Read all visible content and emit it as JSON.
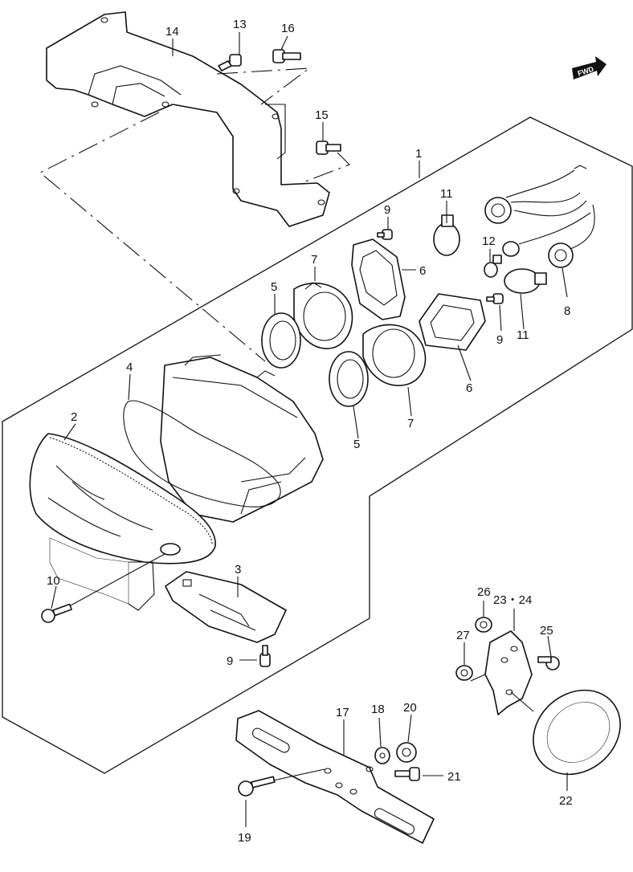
{
  "badge": {
    "fwd": "FWD"
  },
  "callouts": {
    "c1": "1",
    "c2": "2",
    "c3": "3",
    "c4": "4",
    "c5a": "5",
    "c5b": "5",
    "c6a": "6",
    "c6b": "6",
    "c7a": "7",
    "c7b": "7",
    "c8": "8",
    "c9a": "9",
    "c9b": "9",
    "c9c": "9",
    "c10": "10",
    "c11a": "11",
    "c11b": "11",
    "c12": "12",
    "c13": "13",
    "c14": "14",
    "c15": "15",
    "c16": "16",
    "c17": "17",
    "c18": "18",
    "c19": "19",
    "c20": "20",
    "c21": "21",
    "c22": "22",
    "c2324": "23・24",
    "c25": "25",
    "c26": "26",
    "c27": "27"
  }
}
